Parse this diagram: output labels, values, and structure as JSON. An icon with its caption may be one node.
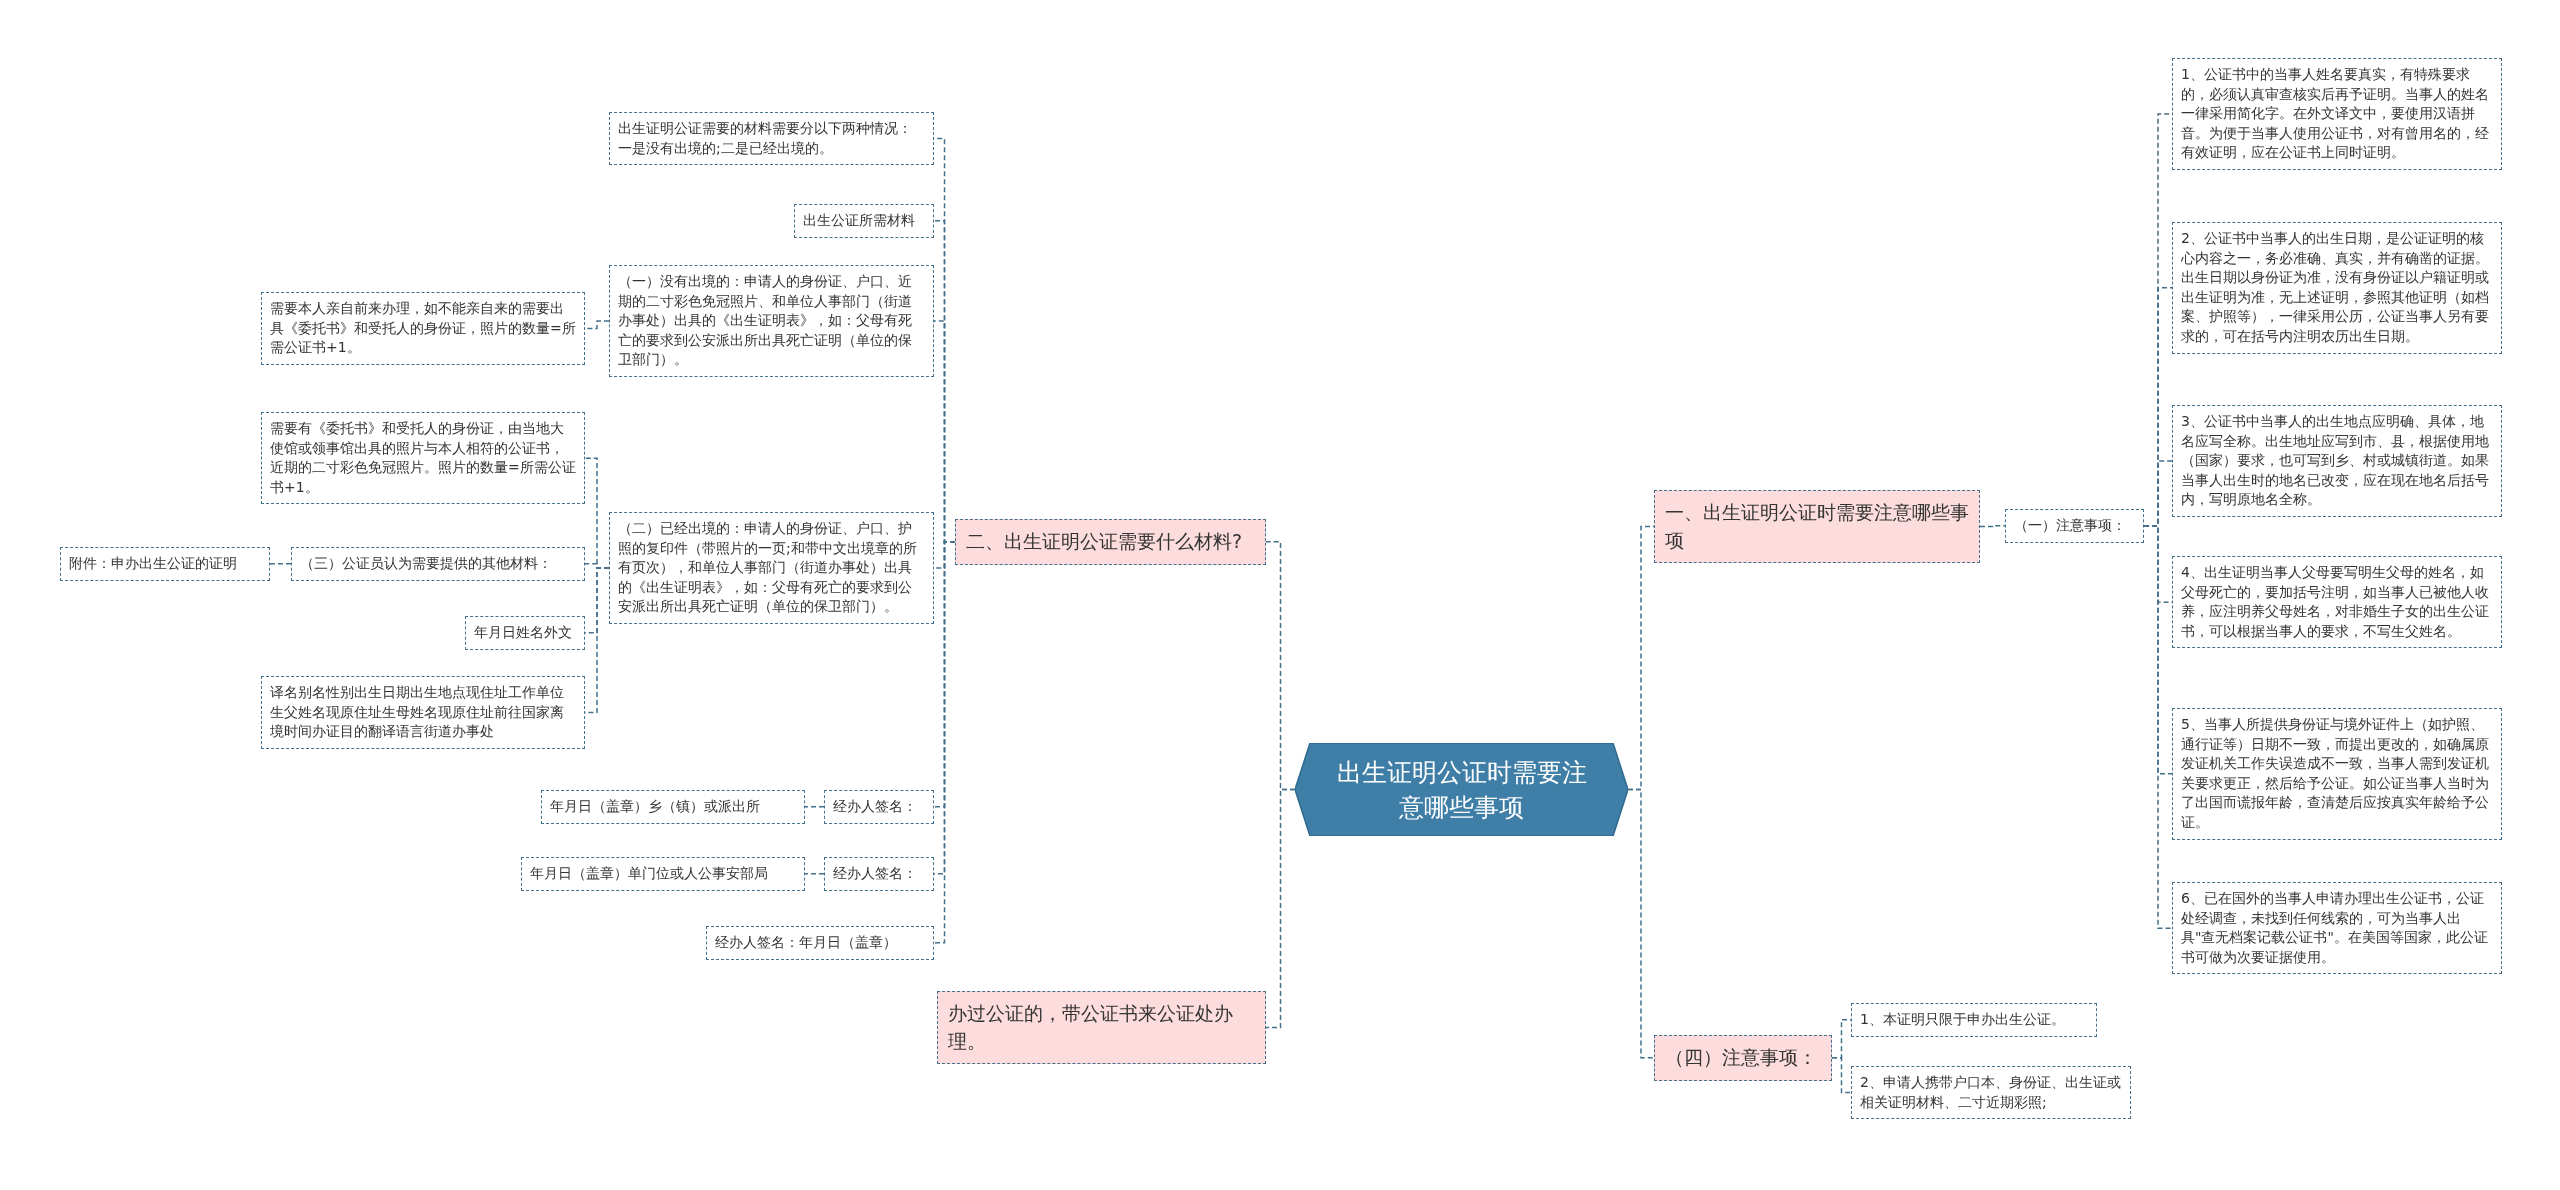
{
  "diagram": {
    "nodes": [
      {
        "text": [
          "出生证明公证时需要注意哪些事项"
        ]
      },
      {
        "text": [
          "二、出生证明公证需要什么材料?"
        ]
      },
      {
        "text": [
          "出生证明公证需要的材料需要分以下两种情况：一是没有出境的;二是已经出境的。"
        ]
      },
      {
        "text": [
          "出生公证所需材料"
        ]
      },
      {
        "text": [
          "（一）没有出境的：申请人的身份证、户口、近期的二寸彩色免冠照片、和单位人事部门（街道办事处）出具的《出生证明表》，如：父母有死亡的要求到公安派出所出具死亡证明（单位的保卫部门）。"
        ]
      },
      {
        "text": [
          "需要本人亲自前来办理，如不能亲自来的需要出具《委托书》和受托人的身份证，照片的数量=所需公证书+1。"
        ]
      },
      {
        "text": [
          "（二）已经出境的：申请人的身份证、户口、护照的复印件（带照片的一页;和带中文出境章的所有页次），和单位人事部门（街道办事处）出具的《出生证明表》，如：父母有死亡的要求到公安派出所出具死亡证明（单位的保卫部门）。"
        ]
      },
      {
        "text": [
          "需要有《委托书》和受托人的身份证，由当地大使馆或领事馆出具的照片与本人相符的公证书，近期的二寸彩色免冠照片。照片的数量=所需公证书+1。"
        ]
      },
      {
        "text": [
          "（三）公证员认为需要提供的其他材料："
        ]
      },
      {
        "text": [
          "附件：申办出生公证的证明"
        ]
      },
      {
        "text": [
          "年月日姓名外文"
        ]
      },
      {
        "text": [
          "译名别名性别出生日期出生地点现住址工作单位生父姓名现原住址生母姓名现原住址前往国家离境时间办证目的翻译语言街道办事处"
        ]
      },
      {
        "text": [
          "经办人签名："
        ]
      },
      {
        "text": [
          "年月日（盖章）乡（镇）或派出所"
        ]
      },
      {
        "text": [
          "经办人签名："
        ]
      },
      {
        "text": [
          "年月日（盖章）单门位或人公事安部局"
        ]
      },
      {
        "text": [
          "经办人签名：年月日（盖章）"
        ]
      },
      {
        "text": [
          "办过公证的，带公证书来公证处办理。"
        ]
      },
      {
        "text": [
          "一、出生证明公证时需要注意哪些事项"
        ]
      },
      {
        "text": [
          "（一）注意事项："
        ]
      },
      {
        "text": [
          "1、公证书中的当事人姓名要真实，有特殊要求的，必须认真审查核实后再予证明。当事人的姓名一律采用简化字。在外文译文中，要使用汉语拼音。为便于当事人使用公证书，对有曾用名的，经有效证明，应在公证书上同时证明。"
        ]
      },
      {
        "text": [
          "2、公证书中当事人的出生日期，是公证证明的核心内容之一，务必准确、真实，并有确凿的证据。出生日期以身份证为准，没有身份证以户籍证明或出生证明为准，无上述证明，参照其他证明（如档案、护照等），一律采用公历，公证当事人另有要求的，可在括号内注明农历出生日期。"
        ]
      },
      {
        "text": [
          "3、公证书中当事人的出生地点应明确、具体，地名应写全称。出生地址应写到市、县，根据使用地（国家）要求，也可写到乡、村或城镇街道。如果当事人出生时的地名已改变，应在现在地名后括号内，写明原地名全称。"
        ]
      },
      {
        "text": [
          "4、出生证明当事人父母要写明生父母的姓名，如父母死亡的，要加括号注明，如当事人已被他人收养，应注明养父母姓名，对非婚生子女的出生公证书，可以根据当事人的要求，不写生父姓名。"
        ]
      },
      {
        "text": [
          "5、当事人所提供身份证与境外证件上（如护照、通行证等）日期不一致，而提出更改的，如确属原发证机关工作失误造成不一致，当事人需到发证机关要求更正，然后给予公证。如公证当事人当时为了出国而谎报年龄，查清楚后应按真实年龄给予公证。"
        ]
      },
      {
        "text": [
          "6、已在国外的当事人申请办理出生公证书，公证处经调查，未找到任何线索的，可为当事人出具\"查无档案记载公证书\"。在美国等国家，此公证书可做为次要证据使用。"
        ]
      },
      {
        "text": [
          "（四）注意事项："
        ]
      },
      {
        "text": [
          "1、本证明只限于申办出生公证。"
        ]
      },
      {
        "text": [
          "2、申请人携带户口本、身份证、出生证或相关证明材料、二寸近期彩照;"
        ]
      }
    ],
    "edges": [
      {
        "from": 0,
        "to": 1,
        "arrow": "none"
      },
      {
        "from": 0,
        "to": 17,
        "arrow": "none"
      },
      {
        "from": 1,
        "to": 2,
        "arrow": "none"
      },
      {
        "from": 1,
        "to": 3,
        "arrow": "none"
      },
      {
        "from": 1,
        "to": 4,
        "arrow": "none"
      },
      {
        "from": 1,
        "to": 6,
        "arrow": "none"
      },
      {
        "from": 1,
        "to": 12,
        "arrow": "none"
      },
      {
        "from": 1,
        "to": 14,
        "arrow": "none"
      },
      {
        "from": 1,
        "to": 16,
        "arrow": "none"
      },
      {
        "from": 4,
        "to": 5,
        "arrow": "none"
      },
      {
        "from": 6,
        "to": 7,
        "arrow": "none"
      },
      {
        "from": 6,
        "to": 8,
        "arrow": "none"
      },
      {
        "from": 6,
        "to": 10,
        "arrow": "none"
      },
      {
        "from": 6,
        "to": 11,
        "arrow": "none"
      },
      {
        "from": 8,
        "to": 9,
        "arrow": "none"
      },
      {
        "from": 12,
        "to": 13,
        "arrow": "none"
      },
      {
        "from": 14,
        "to": 15,
        "arrow": "none"
      },
      {
        "from": 0,
        "to": 18,
        "arrow": "none"
      },
      {
        "from": 0,
        "to": 26,
        "arrow": "none"
      },
      {
        "from": 18,
        "to": 19,
        "arrow": "none"
      },
      {
        "from": 19,
        "to": 20,
        "arrow": "none"
      },
      {
        "from": 19,
        "to": 21,
        "arrow": "none"
      },
      {
        "from": 19,
        "to": 22,
        "arrow": "none"
      },
      {
        "from": 19,
        "to": 23,
        "arrow": "none"
      },
      {
        "from": 19,
        "to": 24,
        "arrow": "none"
      },
      {
        "from": 19,
        "to": 25,
        "arrow": "none"
      },
      {
        "from": 26,
        "to": 27,
        "arrow": "none"
      },
      {
        "from": 26,
        "to": 28,
        "arrow": "none"
      }
    ]
  }
}
